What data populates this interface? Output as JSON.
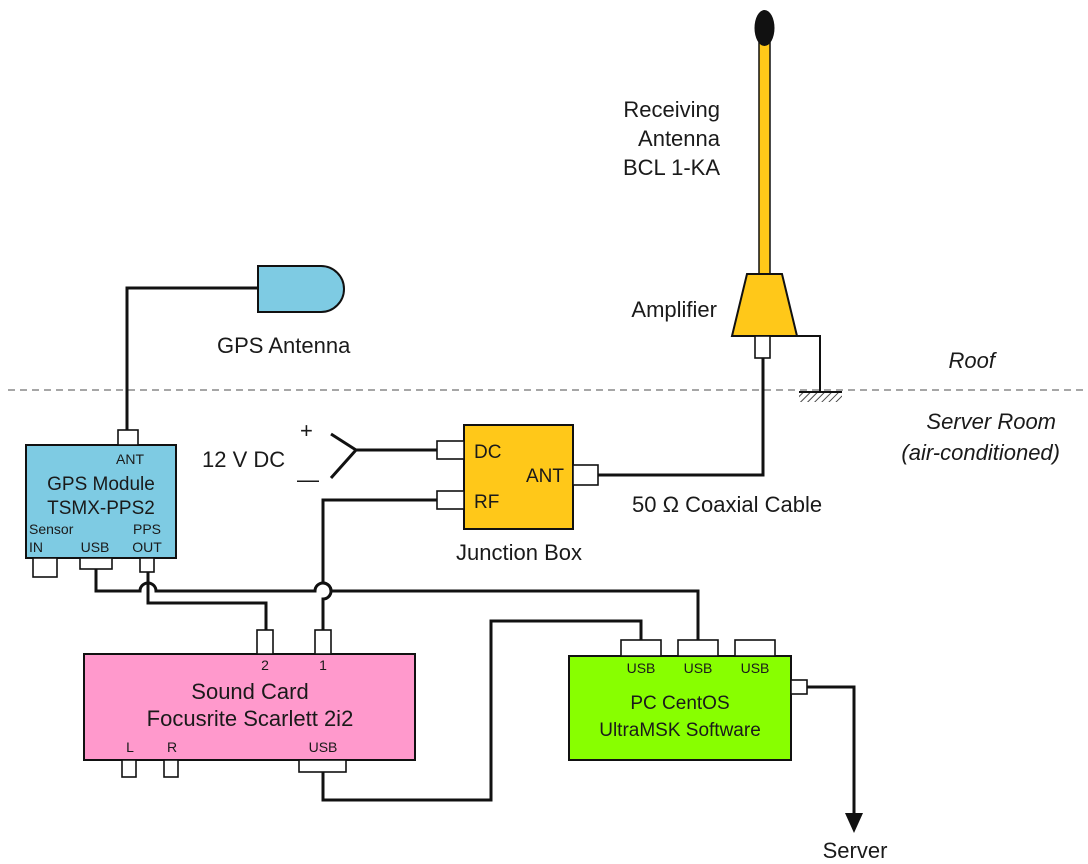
{
  "colors": {
    "gps_module": "#7ecbe3",
    "gps_antenna": "#7ecbe3",
    "junction_box": "#ffc819",
    "amplifier": "#ffc819",
    "antenna_mast": "#ffc819",
    "sound_card": "#ff99cc",
    "pc": "#88ff00",
    "wire": "#111111",
    "divider": "#888888"
  },
  "labels": {
    "antenna_line1": "Receiving",
    "antenna_line2": "Antenna",
    "antenna_line3": "BCL 1-KA",
    "amplifier": "Amplifier",
    "gps_antenna": "GPS Antenna",
    "roof": "Roof",
    "server_room_line1": "Server Room",
    "server_room_line2": "(air-conditioned)",
    "power": "12 V DC",
    "plus": "+",
    "minus": "—",
    "coax": "50 Ω Coaxial Cable",
    "junction_box": "Junction Box",
    "server": "Server"
  },
  "gps_module": {
    "ant": "ANT",
    "title1": "GPS Module",
    "title2": "TSMX-PPS2",
    "sensor": "Sensor",
    "in": "IN",
    "usb": "USB",
    "pps": "PPS",
    "out": "OUT"
  },
  "junction_box": {
    "dc": "DC",
    "rf": "RF",
    "ant": "ANT"
  },
  "sound_card": {
    "input2": "2",
    "input1": "1",
    "title1": "Sound Card",
    "title2": "Focusrite Scarlett 2i2",
    "l": "L",
    "r": "R",
    "usb": "USB"
  },
  "pc": {
    "usb1": "USB",
    "usb2": "USB",
    "usb3": "USB",
    "title1": "PC CentOS",
    "title2": "UltraMSK Software"
  }
}
